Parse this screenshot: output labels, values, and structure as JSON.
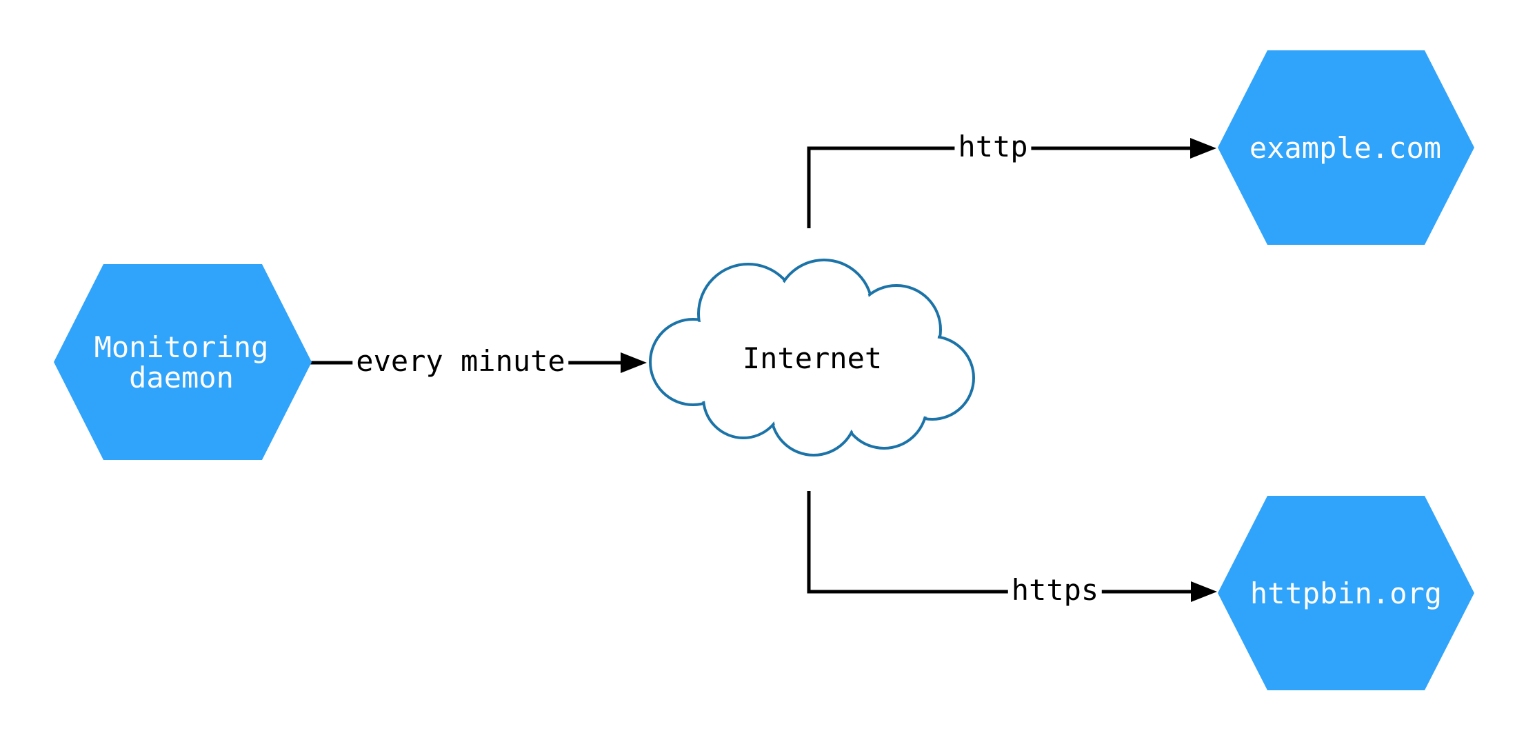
{
  "diagram": {
    "type": "network-monitoring-flow",
    "nodes": {
      "monitoring_daemon": {
        "label": "Monitoring\ndaemon",
        "shape": "hexagon"
      },
      "internet": {
        "label": "Internet",
        "shape": "cloud"
      },
      "example_com": {
        "label": "example.com",
        "shape": "hexagon"
      },
      "httpbin_org": {
        "label": "httpbin.org",
        "shape": "hexagon"
      }
    },
    "edges": [
      {
        "from": "monitoring_daemon",
        "to": "internet",
        "label": "every minute"
      },
      {
        "from": "internet",
        "to": "example_com",
        "label": "http"
      },
      {
        "from": "internet",
        "to": "httpbin_org",
        "label": "https"
      }
    ],
    "colors": {
      "node_fill": "#30A3FA",
      "node_text": "#FFFFFF",
      "cloud_stroke": "#1B73A8",
      "cloud_fill": "#FFFFFF",
      "edge_color": "#000000",
      "label_text": "#000000",
      "background": "#FFFFFF"
    }
  }
}
